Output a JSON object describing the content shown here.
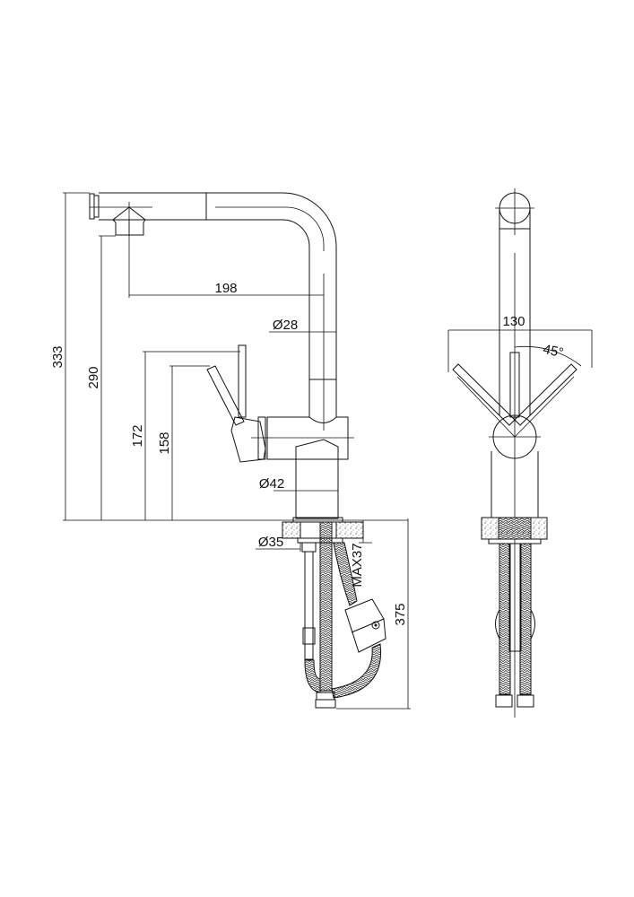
{
  "side_view": {
    "dim_total_height": "333",
    "dim_spout_height": "290",
    "dim_reach": "198",
    "dim_spout_diameter": "Ø28",
    "dim_lever_height": "172",
    "dim_lever_pivot_height": "158",
    "dim_body_diameter": "Ø42",
    "dim_hole_diameter": "Ø35",
    "dim_max_counter": "MAX37",
    "dim_hose_length": "375"
  },
  "front_view": {
    "dim_lever_span": "130",
    "dim_lever_angle": "45°"
  },
  "colors": {
    "line": "#111111",
    "background": "#ffffff"
  }
}
